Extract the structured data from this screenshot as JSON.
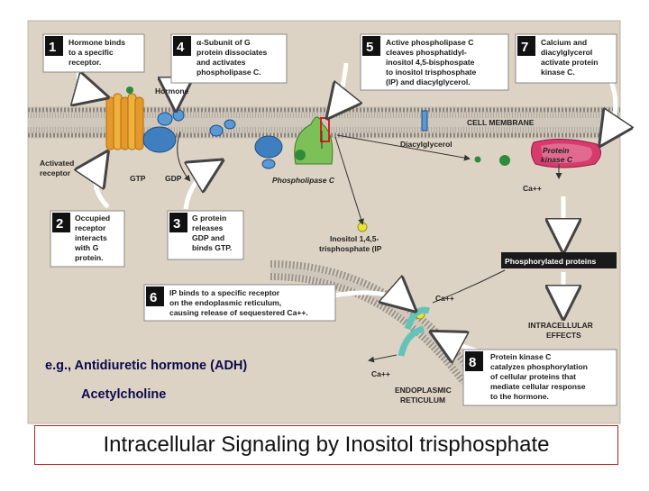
{
  "steps": [
    {
      "n": "1",
      "lines": [
        "Hormone binds",
        "to a specific",
        "receptor."
      ]
    },
    {
      "n": "2",
      "lines": [
        "Occupied",
        "receptor",
        "interacts",
        "with G",
        "protein."
      ]
    },
    {
      "n": "3",
      "lines": [
        "G protein",
        "releases",
        "GDP and",
        "binds GTP."
      ]
    },
    {
      "n": "4",
      "lines": [
        "α-Subunit of G",
        "protein dissociates",
        "and activates",
        "phospholipase C."
      ]
    },
    {
      "n": "5",
      "lines": [
        "Active phospholipase C",
        "cleaves phosphatidyl-",
        "inositol 4,5-bisphospate",
        "to inositol trisphosphate",
        "(IP) and diacylglycerol."
      ]
    },
    {
      "n": "6",
      "lines": [
        "IP binds to a specific receptor",
        "on the endoplasmic reticulum,",
        "causing release of sequestered Ca++."
      ]
    },
    {
      "n": "7",
      "lines": [
        "Calcium and",
        "diacylglycerol",
        "activate protein",
        "kinase C."
      ]
    },
    {
      "n": "8",
      "lines": [
        "Protein kinase C",
        "catalyzes phosphorylation",
        "of cellular proteins that",
        "mediate cellular response",
        "to the hormone."
      ]
    }
  ],
  "labels": {
    "hormone": "Hormone",
    "activated_receptor_1": "Activated",
    "activated_receptor_2": "receptor",
    "gtp": "GTP",
    "gdp": "GDP",
    "phospholipase": "Phospholipase C",
    "cell_membrane": "CELL MEMBRANE",
    "diacylglycerol": "Diacylglycerol",
    "pkc_1": "Protein",
    "pkc_2": "kinase C",
    "ca_right": "Ca++",
    "ip3_1": "Inositol 1,4,5-",
    "ip3_2": "trisphosphate (IP",
    "phosphorylated": "Phosphorylated proteins",
    "ca_er": "Ca++",
    "ca_left": "Ca++",
    "intracellular_1": "INTRACELLULAR",
    "intracellular_2": "EFFECTS",
    "er_1": "ENDOPLASMIC",
    "er_2": "RETICULUM"
  },
  "notes": {
    "example": "e.g., Antidiuretic hormone (ADH)",
    "acetylcholine": "Acetylcholine"
  },
  "caption": "Intracellular Signaling by Inositol trisphosphate",
  "colors": {
    "panel": "#ddd3c4",
    "membrane": "#a9a39b",
    "receptor": "#e49a2a",
    "gprotein": "#3f7fc0",
    "plc": "#7cc158",
    "pkc": "#d93a6e",
    "ip3": "#e7e33a"
  }
}
